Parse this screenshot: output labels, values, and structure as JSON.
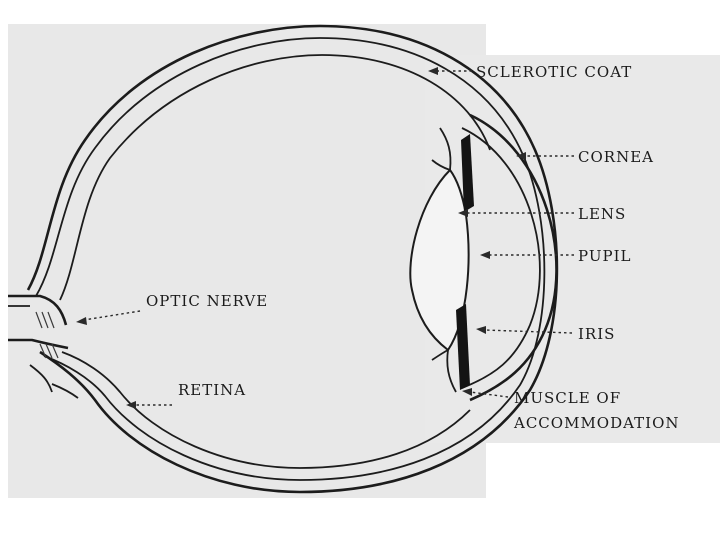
{
  "diagram": {
    "labels": {
      "sclerotic_coat": "SCLEROTIC COAT",
      "cornea": "CORNEA",
      "lens": "LENS",
      "pupil": "PUPIL",
      "iris": "IRIS",
      "muscle_line1": "MUSCLE OF",
      "muscle_line2": "ACCOMMODATION",
      "optic_nerve": "OPTIC NERVE",
      "retina": "RETINA"
    },
    "colors": {
      "background": "#ffffff",
      "scan_paper": "#e9e9e9",
      "ink": "#1c1c1c",
      "iris_fill": "#141414"
    }
  }
}
